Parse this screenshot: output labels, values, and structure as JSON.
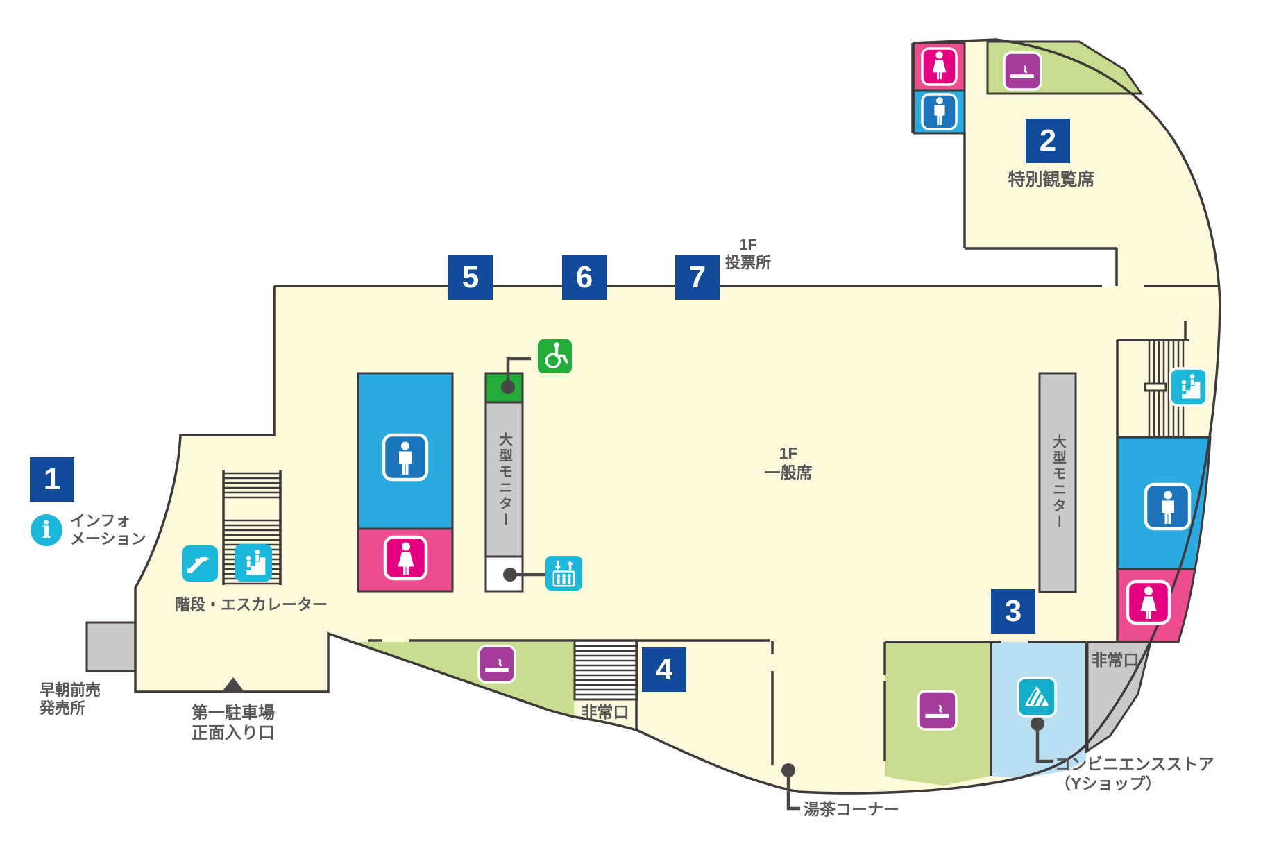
{
  "map": {
    "floor": "1F",
    "markers": [
      "1",
      "2",
      "3",
      "4",
      "5",
      "6",
      "7"
    ],
    "labels": {
      "information": {
        "line1": "インフォ",
        "line2": "メーション"
      },
      "stairs_escalator": "階段・エスカレーター",
      "early_ticket": {
        "line1": "早朝前売",
        "line2": "発売所"
      },
      "parking_entrance": {
        "line1": "第一駐車場",
        "line2": "正面入り口"
      },
      "voting": {
        "line1": "1F",
        "line2": "投票所"
      },
      "general_seats": {
        "line1": "1F",
        "line2": "一般席"
      },
      "special_seats": "特別観覧席",
      "monitor_left": "大型モニター",
      "monitor_right": "大型モニター",
      "emergency_exit_bottom": "非常口",
      "emergency_exit_right": "非常口",
      "tea_corner": "湯茶コーナー",
      "convenience_store": {
        "line1": "コンビニエンスストア",
        "line2": "（Yショップ）"
      }
    },
    "icons": {
      "info-icon": "circled-i",
      "escalator-icon": "escalator",
      "stairs-icon": "person-climbing-stairs",
      "wheelchair-icon": "wheelchair-access",
      "elevator-icon": "elevator",
      "mens-toilet-icon": "man-pictogram",
      "womens-toilet-icon": "woman-pictogram",
      "smoking-icon": "cigarette",
      "store-icon": "onigiri-store",
      "entrance-marker-icon": "triangle-up"
    },
    "colors": {
      "floor": "#FCFADB",
      "wall": "#3E3A39",
      "marker_blue": "#124B9B",
      "cyan": "#1CB8DC",
      "green_area": "#C7DC8E",
      "accessible_green": "#22AC38",
      "smoking_purple": "#A53C9B",
      "mens_blue": "#29ABE2",
      "mens_icon_blue": "#1B74BC",
      "womens_pink": "#ED4C8F",
      "womens_icon_pink": "#E4007F",
      "store_light_blue": "#B9E0F2",
      "store_icon_teal": "#13AECB",
      "gray": "#C9CACA",
      "text_gray": "#595757"
    }
  }
}
